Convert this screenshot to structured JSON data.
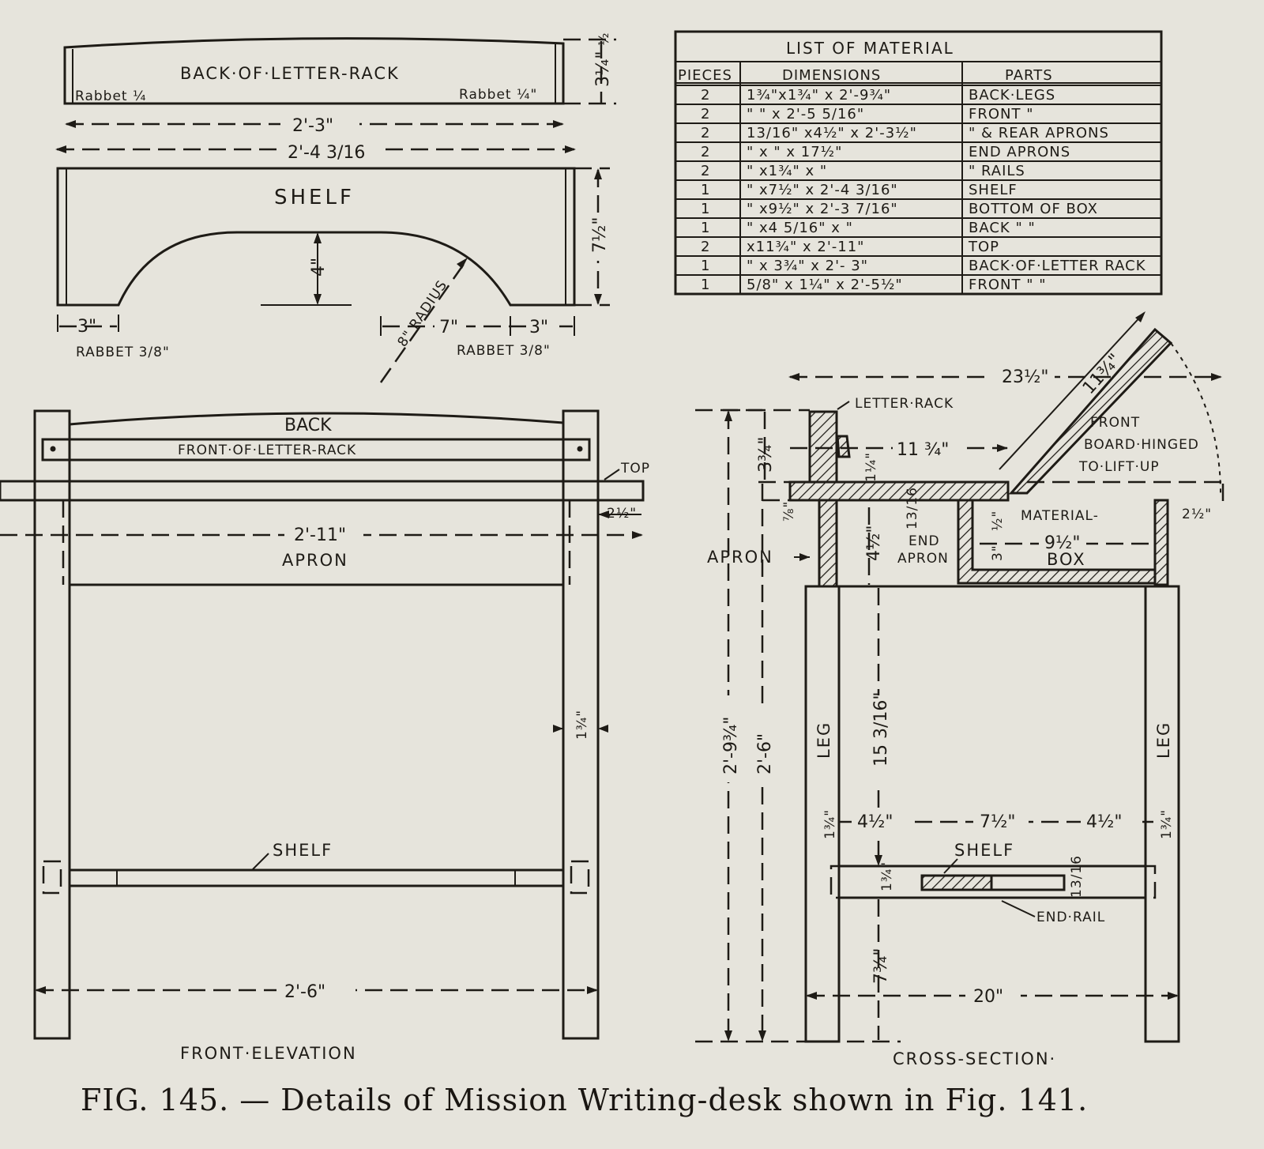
{
  "letter_rack": {
    "title": "BACK·OF·LETTER-RACK",
    "rabbet_left": "Rabbet ¼",
    "rabbet_right": "Rabbet ¼\"",
    "length": "2'-3\"",
    "height": "3¼\"",
    "top_tick": "½"
  },
  "shelf_detail": {
    "overall": "2'-4 3/16",
    "title": "SHELF",
    "height": "7½\"",
    "arch_height": "4\"",
    "radius": "8\" RADIUS",
    "left_end": "3\"",
    "right_end": "3\"",
    "half_span": "7\"",
    "rabbet_left": "RABBET 3/8\"",
    "rabbet_right": "RABBET 3/8\""
  },
  "material_table": {
    "title": "LIST OF MATERIAL",
    "headers": [
      "PIECES",
      "DIMENSIONS",
      "PARTS"
    ],
    "rows": [
      {
        "pieces": "2",
        "dims": "1¾\"x1¾\" x 2'-9¾\"",
        "part": "BACK·LEGS"
      },
      {
        "pieces": "2",
        "dims": "\"      \"     x 2'-5 5/16\"",
        "part": "FRONT  \""
      },
      {
        "pieces": "2",
        "dims": "13/16\" x4½\" x 2'-3½\"",
        "part": "\"   & REAR APRONS"
      },
      {
        "pieces": "2",
        "dims": "\"     x  \"    x     17½\"",
        "part": "END  APRONS"
      },
      {
        "pieces": "2",
        "dims": "\"     x1¾\" x       \"",
        "part": "\"      RAILS"
      },
      {
        "pieces": "1",
        "dims": "\"     x7½\" x 2'-4 3/16\"",
        "part": "SHELF"
      },
      {
        "pieces": "1",
        "dims": "\"     x9½\" x 2'-3 7/16\"",
        "part": "BOTTOM OF BOX"
      },
      {
        "pieces": "1",
        "dims": "\"     x4 5/16\" x    \"",
        "part": "BACK    \"   \""
      },
      {
        "pieces": "2",
        "dims": "x11¾\" x 2'-11\"",
        "part": "TOP"
      },
      {
        "pieces": "1",
        "dims": "\"     x 3¾\" x 2'- 3\"",
        "part": "BACK·OF·LETTER RACK"
      },
      {
        "pieces": "1",
        "dims": "5/8\" x 1¼\" x 2'-5½\"",
        "part": "FRONT  \"      \""
      }
    ]
  },
  "front_elevation": {
    "back": "BACK",
    "front_of_rack": "FRONT·OF·LETTER-RACK",
    "top": "TOP",
    "top_length": "2'-11\"",
    "overhang": "2½\"",
    "apron": "APRON",
    "leg_width": "1¾\"",
    "shelf": "SHELF",
    "width": "2'-6\"",
    "title": "FRONT·ELEVATION"
  },
  "cross_section": {
    "depth_top": "23½\"",
    "hinged_len": "11¾\"",
    "letter_rack": "LETTER·RACK",
    "rack_height": "3¾\"",
    "rack_gap": "1¼\"",
    "rack_to_hinge": "11 ¾\"",
    "front_board": [
      "FRONT",
      "BOARD·HINGED",
      "TO·LIFT·UP"
    ],
    "top_thickness": "⅞\"",
    "end_apron_thk": "13/16",
    "end_apron": "END",
    "end_apron2": "APRON",
    "apron_height": "4½\"",
    "apron": "APRON",
    "box_label1": "MATERIAL-",
    "box_width": "9½\"",
    "box_label2": "BOX",
    "box_half": "½\"",
    "box_depth": "3\"",
    "overhang": "2½\"",
    "total_height": "2'-9¾\"",
    "leg_height": "2'-6\"",
    "leg_to_rail": "15 3/16\"",
    "leg_left": "LEG",
    "leg_right": "LEG",
    "leg_w_left": "1¾\"",
    "gap_left": "4½\"",
    "shelf_w": "7½\"",
    "gap_right": "4½\"",
    "leg_w_right": "1¾\"",
    "shelf": "SHELF",
    "rail_h": "1¾\"",
    "shelf_thk": "13/16",
    "end_rail": "END·RAIL",
    "foot": "7¾\"",
    "width": "20\"",
    "title": "CROSS-SECTION·"
  },
  "caption": "FIG. 145. — Details of Mission Writing-desk shown in Fig. 141."
}
